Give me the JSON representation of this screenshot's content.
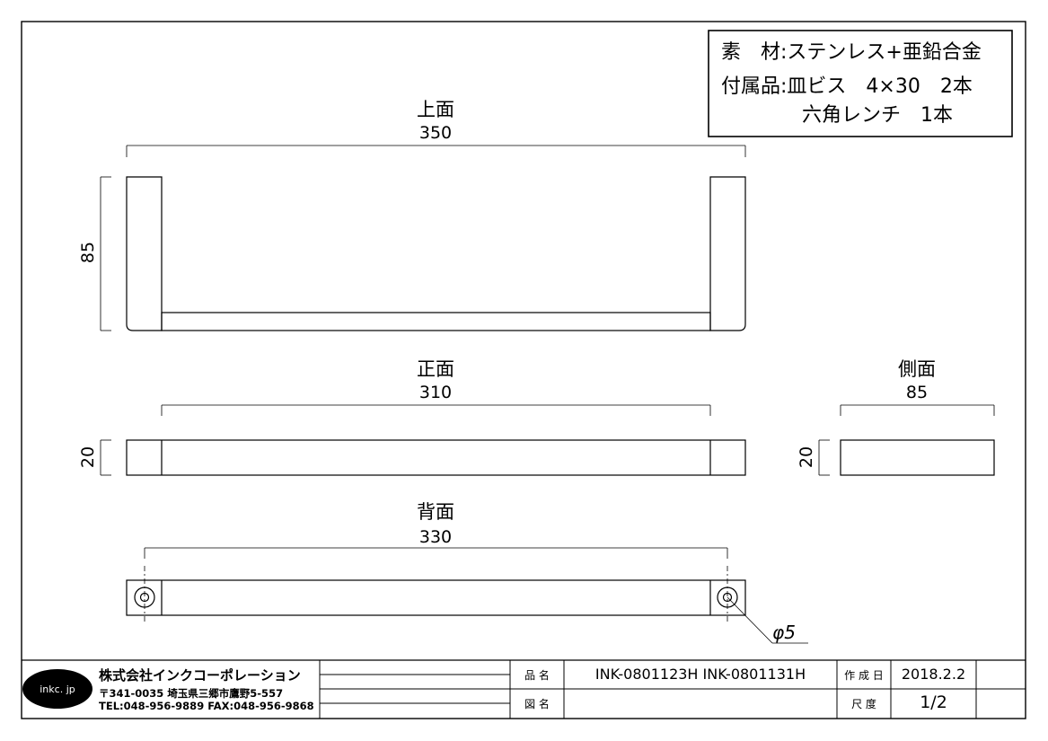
{
  "spec_box": {
    "material_label": "素　材:",
    "material_value": "ステンレス+亜鉛合金",
    "accessory_label": "付属品:",
    "accessory_line1": "皿ビス　4×30　2本",
    "accessory_line2": "六角レンチ　1本"
  },
  "views": {
    "top": {
      "title": "上面",
      "width_dim": "350",
      "height_dim": "85"
    },
    "front": {
      "title": "正面",
      "width_dim": "310",
      "height_dim": "20"
    },
    "side": {
      "title": "側面",
      "width_dim": "85",
      "height_dim": "20"
    },
    "back": {
      "title": "背面",
      "width_dim": "330",
      "hole_dim": "φ5"
    }
  },
  "title_block": {
    "logo_text": "inkc. jp",
    "company_name": "株式会社インクコーポレーション",
    "address": "〒341-0035 埼玉県三郷市鷹野5-557",
    "contact": "TEL:048-956-9889 FAX:048-956-9868",
    "product_name_label": "品 名",
    "product_name_value": "INK-0801123H  INK-0801131H",
    "drawing_name_label": "図 名",
    "drawing_name_value": "",
    "created_label": "作 成 日",
    "created_value": "2018.2.2",
    "scale_label": "尺 度",
    "scale_value": "1/2"
  }
}
